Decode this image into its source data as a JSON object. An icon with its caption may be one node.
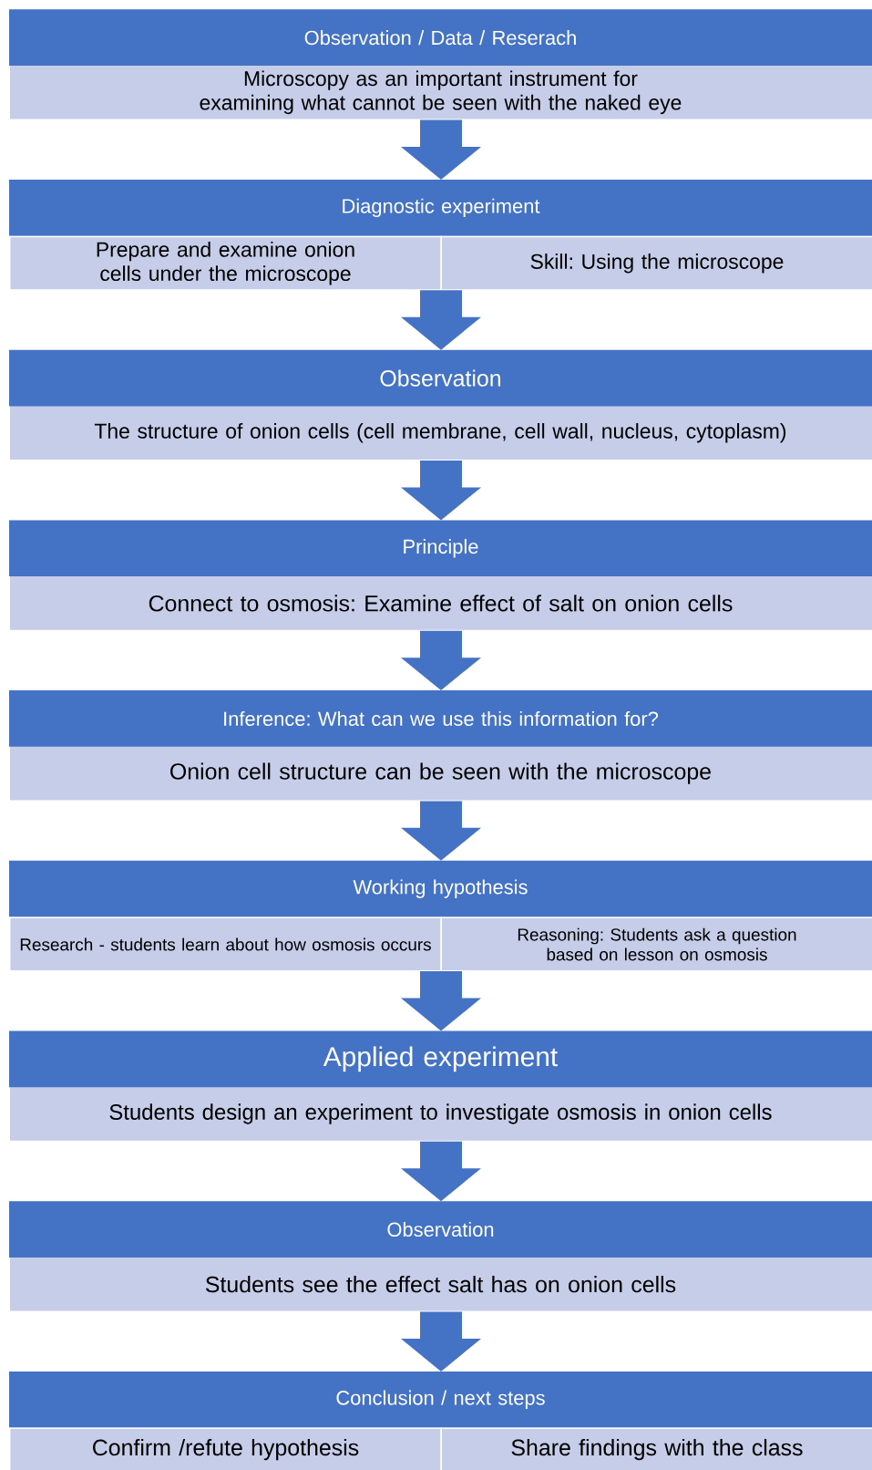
{
  "diagram": {
    "nodes": [
      {
        "text": [
          "Observation / Data / Reserach",
          "Microscopy as an important instrument for examining what cannot be seen with the naked eye"
        ]
      },
      {
        "text": [
          "Diagnostic experiment"
        ]
      },
      {
        "text": [
          "Prepare and examine onion cells under the microscope"
        ],
        "in": 1
      },
      {
        "text": [
          "Skill: Using the microscope"
        ],
        "in": 1
      },
      {
        "text": [
          "Observation",
          "The structure of onion cells (cell membrane, cell wall, nucleus, cytoplasm)"
        ]
      },
      {
        "text": [
          "Principle",
          "Connect to osmosis: Examine effect of salt on onion cells"
        ]
      },
      {
        "text": [
          "Inference: What can we use this information for?",
          "Onion cell structure can be seen with the microscope"
        ]
      },
      {
        "text": [
          "Working hypothesis"
        ]
      },
      {
        "text": [
          "Research - students learn about how osmosis occurs"
        ],
        "in": 7
      },
      {
        "text": [
          "Reasoning: Students ask a question based on lesson on osmosis"
        ],
        "in": 7
      },
      {
        "text": [
          "Applied experiment",
          "Students design an experiment to investigate osmosis in onion cells"
        ]
      },
      {
        "text": [
          "Observation",
          "Students see the effect salt has on onion cells"
        ]
      },
      {
        "text": [
          "Conclusion / next steps"
        ]
      },
      {
        "text": [
          "Confirm /refute hypothesis"
        ],
        "in": 12
      },
      {
        "text": [
          "Share findings with the class"
        ],
        "in": 12
      }
    ],
    "edges": [
      {
        "from": 0,
        "to": 1,
        "arrow": "to"
      },
      {
        "from": 1,
        "to": 4,
        "arrow": "to"
      },
      {
        "from": 4,
        "to": 5,
        "arrow": "to"
      },
      {
        "from": 5,
        "to": 6,
        "arrow": "to"
      },
      {
        "from": 6,
        "to": 7,
        "arrow": "to"
      },
      {
        "from": 7,
        "to": 10,
        "arrow": "to"
      },
      {
        "from": 10,
        "to": 11,
        "arrow": "to"
      },
      {
        "from": 11,
        "to": 12,
        "arrow": "to"
      }
    ]
  }
}
